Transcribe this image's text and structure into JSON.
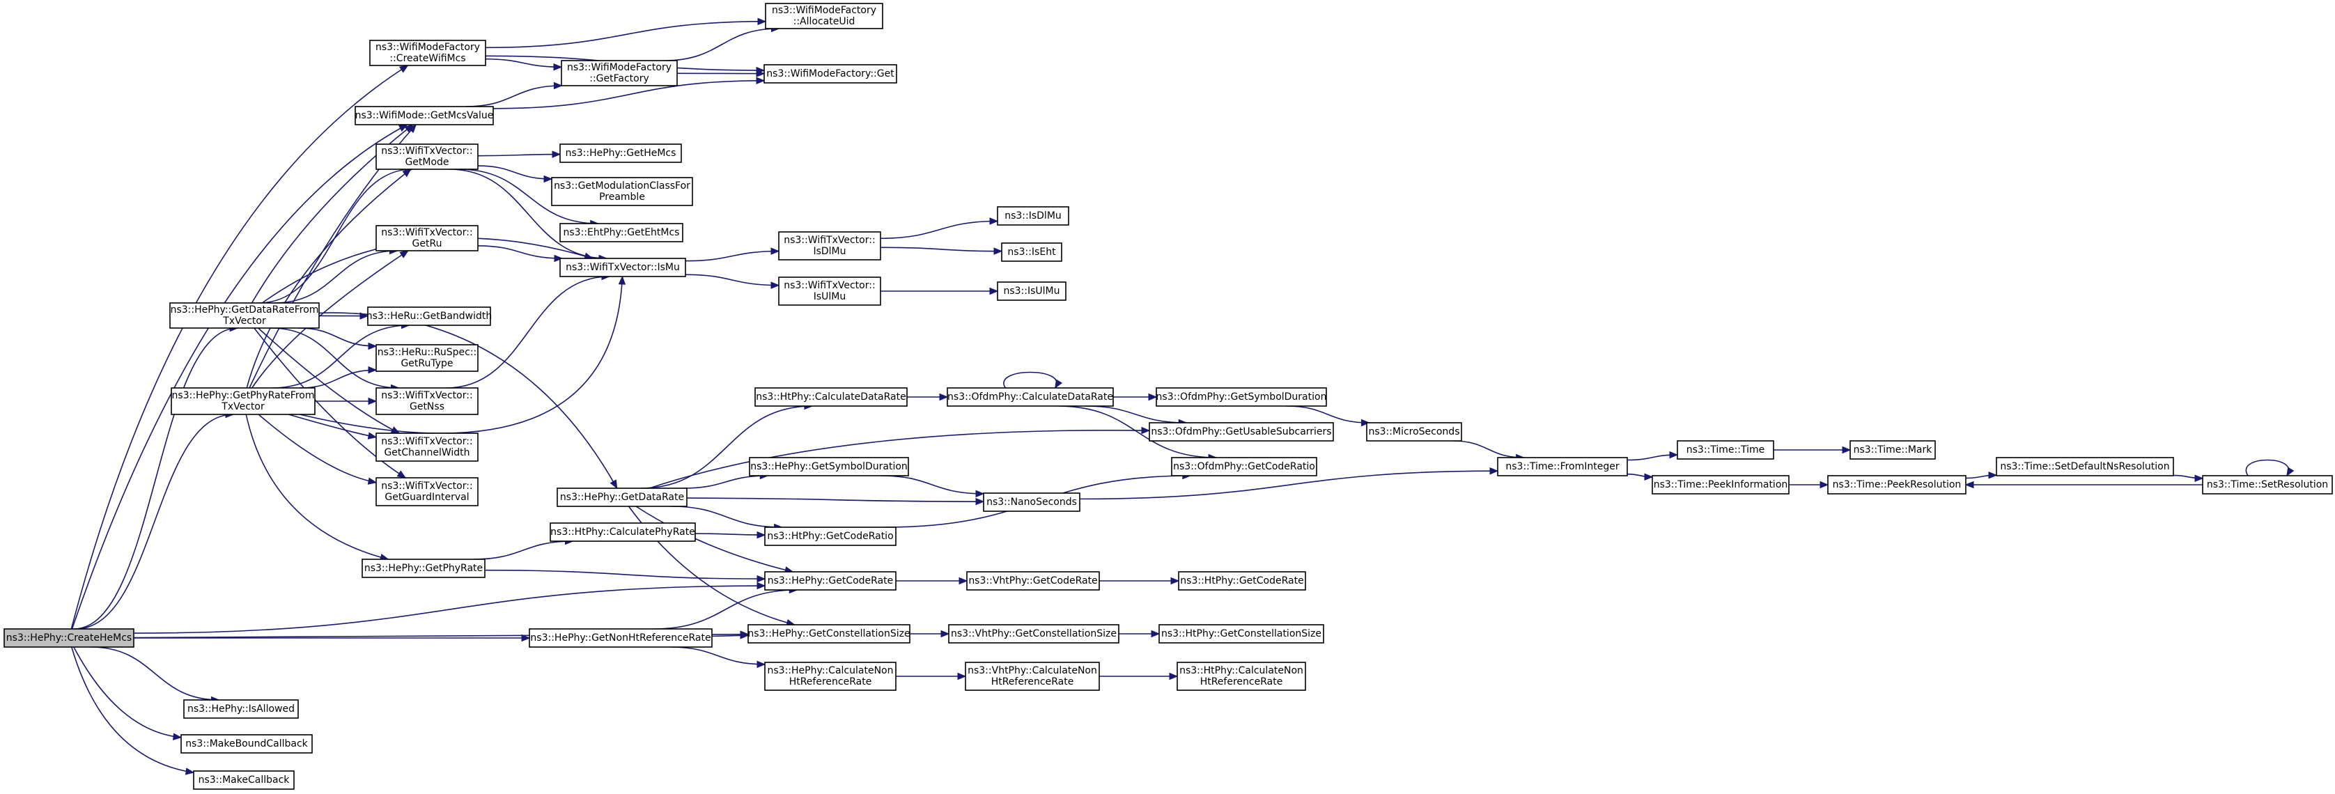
{
  "graph": {
    "title": "",
    "colors": {
      "edge": "#191970",
      "node_border": "#000000",
      "node_fill": "#ffffff",
      "root_fill": "#bfbfbf",
      "text": "#000000"
    },
    "nodes": [
      {
        "id": "createHeMcs",
        "lines": [
          "ns3::HePhy::CreateHeMcs"
        ],
        "root": true
      },
      {
        "id": "createWifiMcs",
        "lines": [
          "ns3::WifiModeFactory",
          "::CreateWifiMcs"
        ]
      },
      {
        "id": "allocateUid",
        "lines": [
          "ns3::WifiModeFactory",
          "::AllocateUid"
        ]
      },
      {
        "id": "factoryGet",
        "lines": [
          "ns3::WifiModeFactory::Get"
        ]
      },
      {
        "id": "getFactory",
        "lines": [
          "ns3::WifiModeFactory",
          "::GetFactory"
        ]
      },
      {
        "id": "getMcsValue",
        "lines": [
          "ns3::WifiMode::GetMcsValue"
        ]
      },
      {
        "id": "txGetMode",
        "lines": [
          "ns3::WifiTxVector::",
          "GetMode"
        ]
      },
      {
        "id": "getHeMcs",
        "lines": [
          "ns3::HePhy::GetHeMcs"
        ]
      },
      {
        "id": "getModClass",
        "lines": [
          "ns3::GetModulationClassFor",
          "Preamble"
        ]
      },
      {
        "id": "getEhtMcs",
        "lines": [
          "ns3::EhtPhy::GetEhtMcs"
        ]
      },
      {
        "id": "txGetRu",
        "lines": [
          "ns3::WifiTxVector::",
          "GetRu"
        ]
      },
      {
        "id": "txIsMu",
        "lines": [
          "ns3::WifiTxVector::IsMu"
        ]
      },
      {
        "id": "txIsDlMu",
        "lines": [
          "ns3::WifiTxVector::",
          "IsDlMu"
        ]
      },
      {
        "id": "isDlMu",
        "lines": [
          "ns3::IsDlMu"
        ]
      },
      {
        "id": "isEht",
        "lines": [
          "ns3::IsEht"
        ]
      },
      {
        "id": "txIsUlMu",
        "lines": [
          "ns3::WifiTxVector::",
          "IsUlMu"
        ]
      },
      {
        "id": "isUlMu",
        "lines": [
          "ns3::IsUlMu"
        ]
      },
      {
        "id": "heGetDataRateFromTx",
        "lines": [
          "ns3::HePhy::GetDataRateFrom",
          "TxVector"
        ]
      },
      {
        "id": "heRuGetBandwidth",
        "lines": [
          "ns3::HeRu::GetBandwidth"
        ]
      },
      {
        "id": "ruSpecGetRuType",
        "lines": [
          "ns3::HeRu::RuSpec::",
          "GetRuType"
        ]
      },
      {
        "id": "heGetPhyRateFromTx",
        "lines": [
          "ns3::HePhy::GetPhyRateFrom",
          "TxVector"
        ]
      },
      {
        "id": "txGetNss",
        "lines": [
          "ns3::WifiTxVector::",
          "GetNss"
        ]
      },
      {
        "id": "txGetChannelWidth",
        "lines": [
          "ns3::WifiTxVector::",
          "GetChannelWidth"
        ]
      },
      {
        "id": "txGetGuardInterval",
        "lines": [
          "ns3::WifiTxVector::",
          "GetGuardInterval"
        ]
      },
      {
        "id": "htCalcDataRate",
        "lines": [
          "ns3::HtPhy::CalculateDataRate"
        ]
      },
      {
        "id": "ofdmCalcDataRate",
        "lines": [
          "ns3::OfdmPhy::CalculateDataRate"
        ]
      },
      {
        "id": "ofdmGetSymbolDuration",
        "lines": [
          "ns3::OfdmPhy::GetSymbolDuration"
        ]
      },
      {
        "id": "ofdmGetUsableSubcarriers",
        "lines": [
          "ns3::OfdmPhy::GetUsableSubcarriers"
        ]
      },
      {
        "id": "microSeconds",
        "lines": [
          "ns3::MicroSeconds"
        ]
      },
      {
        "id": "ofdmGetCodeRatio",
        "lines": [
          "ns3::OfdmPhy::GetCodeRatio"
        ]
      },
      {
        "id": "heGetSymbolDuration",
        "lines": [
          "ns3::HePhy::GetSymbolDuration"
        ]
      },
      {
        "id": "heGetDataRate",
        "lines": [
          "ns3::HePhy::GetDataRate"
        ]
      },
      {
        "id": "nanoSeconds",
        "lines": [
          "ns3::NanoSeconds"
        ]
      },
      {
        "id": "htCalcPhyRate",
        "lines": [
          "ns3::HtPhy::CalculatePhyRate"
        ]
      },
      {
        "id": "htGetCodeRatio",
        "lines": [
          "ns3::HtPhy::GetCodeRatio"
        ]
      },
      {
        "id": "heGetPhyRate",
        "lines": [
          "ns3::HePhy::GetPhyRate"
        ]
      },
      {
        "id": "heGetCodeRate",
        "lines": [
          "ns3::HePhy::GetCodeRate"
        ]
      },
      {
        "id": "vhtGetCodeRate",
        "lines": [
          "ns3::VhtPhy::GetCodeRate"
        ]
      },
      {
        "id": "htGetCodeRate",
        "lines": [
          "ns3::HtPhy::GetCodeRate"
        ]
      },
      {
        "id": "heGetNonHtRefRate",
        "lines": [
          "ns3::HePhy::GetNonHtReferenceRate"
        ]
      },
      {
        "id": "heGetConstSize",
        "lines": [
          "ns3::HePhy::GetConstellationSize"
        ]
      },
      {
        "id": "vhtGetConstSize",
        "lines": [
          "ns3::VhtPhy::GetConstellationSize"
        ]
      },
      {
        "id": "htGetConstSize",
        "lines": [
          "ns3::HtPhy::GetConstellationSize"
        ]
      },
      {
        "id": "heCalcNonHtRefRate",
        "lines": [
          "ns3::HePhy::CalculateNon",
          "HtReferenceRate"
        ]
      },
      {
        "id": "vhtCalcNonHtRefRate",
        "lines": [
          "ns3::VhtPhy::CalculateNon",
          "HtReferenceRate"
        ]
      },
      {
        "id": "htCalcNonHtRefRate",
        "lines": [
          "ns3::HtPhy::CalculateNon",
          "HtReferenceRate"
        ]
      },
      {
        "id": "timeFromInteger",
        "lines": [
          "ns3::Time::FromInteger"
        ]
      },
      {
        "id": "timeTime",
        "lines": [
          "ns3::Time::Time"
        ]
      },
      {
        "id": "timeMark",
        "lines": [
          "ns3::Time::Mark"
        ]
      },
      {
        "id": "timePeekInformation",
        "lines": [
          "ns3::Time::PeekInformation"
        ]
      },
      {
        "id": "timePeekResolution",
        "lines": [
          "ns3::Time::PeekResolution"
        ]
      },
      {
        "id": "timeSetDefaultNsRes",
        "lines": [
          "ns3::Time::SetDefaultNsResolution"
        ]
      },
      {
        "id": "timeSetResolution",
        "lines": [
          "ns3::Time::SetResolution"
        ]
      },
      {
        "id": "heIsAllowed",
        "lines": [
          "ns3::HePhy::IsAllowed"
        ]
      },
      {
        "id": "makeBoundCallback",
        "lines": [
          "ns3::MakeBoundCallback"
        ]
      },
      {
        "id": "makeCallback",
        "lines": [
          "ns3::MakeCallback"
        ]
      }
    ],
    "edges": [
      [
        "createHeMcs",
        "createWifiMcs"
      ],
      [
        "createHeMcs",
        "getMcsValue"
      ],
      [
        "createHeMcs",
        "heGetDataRateFromTx"
      ],
      [
        "createHeMcs",
        "heGetPhyRateFromTx"
      ],
      [
        "createHeMcs",
        "heGetCodeRate"
      ],
      [
        "createHeMcs",
        "heGetNonHtRefRate"
      ],
      [
        "createHeMcs",
        "heGetConstSize"
      ],
      [
        "createHeMcs",
        "heIsAllowed"
      ],
      [
        "createHeMcs",
        "makeBoundCallback"
      ],
      [
        "createHeMcs",
        "makeCallback"
      ],
      [
        "createWifiMcs",
        "allocateUid"
      ],
      [
        "createWifiMcs",
        "factoryGet"
      ],
      [
        "createWifiMcs",
        "getFactory"
      ],
      [
        "getFactory",
        "allocateUid"
      ],
      [
        "getFactory",
        "factoryGet"
      ],
      [
        "getMcsValue",
        "getFactory"
      ],
      [
        "getMcsValue",
        "factoryGet"
      ],
      [
        "txGetMode",
        "getHeMcs"
      ],
      [
        "txGetMode",
        "getModClass"
      ],
      [
        "txGetMode",
        "getEhtMcs"
      ],
      [
        "txGetMode",
        "txIsMu"
      ],
      [
        "txGetRu",
        "txIsMu"
      ],
      [
        "txIsMu",
        "txIsDlMu"
      ],
      [
        "txIsMu",
        "txIsUlMu"
      ],
      [
        "txIsDlMu",
        "isDlMu"
      ],
      [
        "txIsDlMu",
        "isEht"
      ],
      [
        "txIsUlMu",
        "isUlMu"
      ],
      [
        "heGetDataRateFromTx",
        "getMcsValue"
      ],
      [
        "heGetDataRateFromTx",
        "txGetMode"
      ],
      [
        "heGetDataRateFromTx",
        "txGetRu"
      ],
      [
        "heGetDataRateFromTx",
        "txIsMu"
      ],
      [
        "heGetDataRateFromTx",
        "heRuGetBandwidth"
      ],
      [
        "heGetDataRateFromTx",
        "ruSpecGetRuType"
      ],
      [
        "heGetDataRateFromTx",
        "txGetNss"
      ],
      [
        "heGetDataRateFromTx",
        "txGetChannelWidth"
      ],
      [
        "heGetDataRateFromTx",
        "txGetGuardInterval"
      ],
      [
        "heGetDataRateFromTx",
        "heGetDataRate"
      ],
      [
        "heGetPhyRateFromTx",
        "getMcsValue"
      ],
      [
        "heGetPhyRateFromTx",
        "txGetMode"
      ],
      [
        "heGetPhyRateFromTx",
        "txGetRu"
      ],
      [
        "heGetPhyRateFromTx",
        "txIsMu"
      ],
      [
        "heGetPhyRateFromTx",
        "heRuGetBandwidth"
      ],
      [
        "heGetPhyRateFromTx",
        "ruSpecGetRuType"
      ],
      [
        "heGetPhyRateFromTx",
        "txGetNss"
      ],
      [
        "heGetPhyRateFromTx",
        "txGetChannelWidth"
      ],
      [
        "heGetPhyRateFromTx",
        "txGetGuardInterval"
      ],
      [
        "heGetPhyRateFromTx",
        "heGetPhyRate"
      ],
      [
        "txGetNss",
        "txIsMu"
      ],
      [
        "heGetDataRate",
        "htCalcDataRate"
      ],
      [
        "heGetDataRate",
        "ofdmGetUsableSubcarriers"
      ],
      [
        "heGetDataRate",
        "heGetSymbolDuration"
      ],
      [
        "heGetDataRate",
        "nanoSeconds"
      ],
      [
        "heGetDataRate",
        "htGetCodeRatio"
      ],
      [
        "heGetDataRate",
        "heGetCodeRate"
      ],
      [
        "heGetDataRate",
        "heGetConstSize"
      ],
      [
        "heGetSymbolDuration",
        "nanoSeconds"
      ],
      [
        "htCalcDataRate",
        "ofdmCalcDataRate"
      ],
      [
        "ofdmCalcDataRate",
        "ofdmCalcDataRate"
      ],
      [
        "ofdmCalcDataRate",
        "ofdmGetSymbolDuration"
      ],
      [
        "ofdmCalcDataRate",
        "ofdmGetUsableSubcarriers"
      ],
      [
        "ofdmCalcDataRate",
        "ofdmGetCodeRatio"
      ],
      [
        "ofdmGetSymbolDuration",
        "microSeconds"
      ],
      [
        "microSeconds",
        "timeFromInteger"
      ],
      [
        "nanoSeconds",
        "timeFromInteger"
      ],
      [
        "timeFromInteger",
        "timeTime"
      ],
      [
        "timeFromInteger",
        "timePeekInformation"
      ],
      [
        "timeTime",
        "timeMark"
      ],
      [
        "timePeekInformation",
        "timePeekResolution"
      ],
      [
        "timePeekResolution",
        "timeSetDefaultNsRes"
      ],
      [
        "timeSetDefaultNsRes",
        "timeSetResolution"
      ],
      [
        "timeSetResolution",
        "timePeekResolution"
      ],
      [
        "timeSetResolution",
        "timeSetResolution"
      ],
      [
        "htGetCodeRatio",
        "ofdmGetCodeRatio"
      ],
      [
        "heGetPhyRate",
        "htCalcPhyRate"
      ],
      [
        "heGetPhyRate",
        "heGetCodeRate"
      ],
      [
        "htCalcPhyRate",
        "htGetCodeRatio"
      ],
      [
        "heGetCodeRate",
        "vhtGetCodeRate"
      ],
      [
        "vhtGetCodeRate",
        "htGetCodeRate"
      ],
      [
        "heGetNonHtRefRate",
        "heGetCodeRate"
      ],
      [
        "heGetNonHtRefRate",
        "heGetConstSize"
      ],
      [
        "heGetNonHtRefRate",
        "heCalcNonHtRefRate"
      ],
      [
        "heGetConstSize",
        "vhtGetConstSize"
      ],
      [
        "vhtGetConstSize",
        "htGetConstSize"
      ],
      [
        "heCalcNonHtRefRate",
        "vhtCalcNonHtRefRate"
      ],
      [
        "vhtCalcNonHtRefRate",
        "htCalcNonHtRefRate"
      ]
    ]
  }
}
